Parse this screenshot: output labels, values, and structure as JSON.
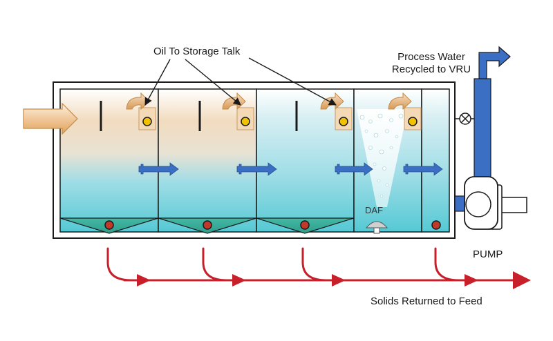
{
  "labels": {
    "oil_to_storage": "Oil To Storage Talk",
    "process_water_line1": "Process Water",
    "process_water_line2": "Recycled to VRU",
    "pump": "PUMP",
    "daf": "DAF",
    "solids_returned": "Solids Returned to Feed"
  },
  "icons": {
    "inlet": "inlet-arrow-icon",
    "flow": "flow-arrow-icon",
    "skim": "curved-arrow-icon",
    "oil_drain": "oil-outlet-icon",
    "sludge": "sludge-outlet-icon",
    "valve": "valve-icon",
    "pump": "pump-icon"
  },
  "colors": {
    "pipe_blue": "#3a6fc4",
    "solids_red": "#c8202a",
    "water_teal": "#5ed0dc",
    "oil_tan": "#efd6b4",
    "oil_yellow": "#f2c200",
    "outline": "#1a1a1a"
  }
}
